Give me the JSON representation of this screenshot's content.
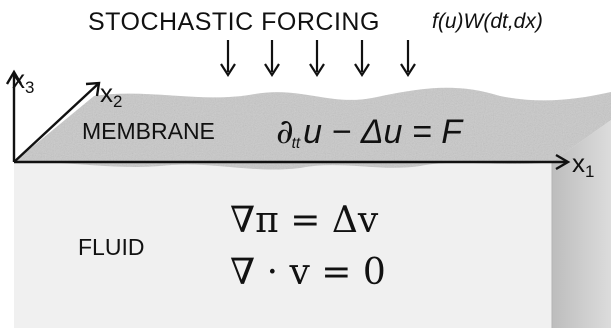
{
  "forcing": {
    "title": "STOCHASTIC FORCING",
    "expression": "f(u)W(dt,dx)"
  },
  "membrane": {
    "label": "MEMBRANE",
    "eq_symbol": "∂",
    "eq_sub": "tt",
    "eq_rest": "u − Δu = F"
  },
  "fluid": {
    "label": "FLUID",
    "eq1": "∇π = Δv",
    "eq2": "∇ · v = 0"
  },
  "axes": {
    "x1": {
      "base": "x",
      "sub": "1"
    },
    "x2": {
      "base": "x",
      "sub": "2"
    },
    "x3": {
      "base": "x",
      "sub": "3"
    }
  },
  "colors": {
    "membrane": "#c9c9c9",
    "fluid_front": "#f0f0f0",
    "fluid_side": "#d2d2d2",
    "ink": "#111111"
  }
}
